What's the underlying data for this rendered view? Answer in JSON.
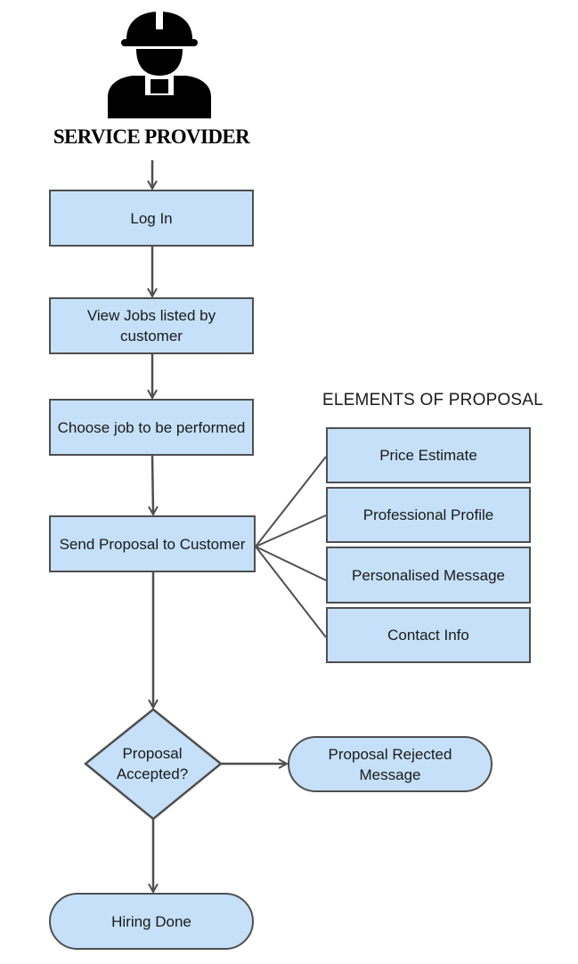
{
  "actor": {
    "title": "SERVICE PROVIDER",
    "icon": "service-worker-icon"
  },
  "steps": {
    "login": "Log In",
    "view_jobs": "View Jobs listed by customer",
    "choose_job": "Choose job to be performed",
    "send_proposal": "Send Proposal to Customer"
  },
  "proposal_elements": {
    "title": "ELEMENTS OF PROPOSAL",
    "items": [
      "Price Estimate",
      "Professional Profile",
      "Personalised Message",
      "Contact Info"
    ]
  },
  "decision": {
    "label": "Proposal Accepted?"
  },
  "outcomes": {
    "rejected": "Proposal Rejected Message",
    "hired": "Hiring Done"
  },
  "colors": {
    "node_fill": "#c5e0f8",
    "node_border": "#4f4f4f",
    "connector": "#4f4f4f"
  }
}
